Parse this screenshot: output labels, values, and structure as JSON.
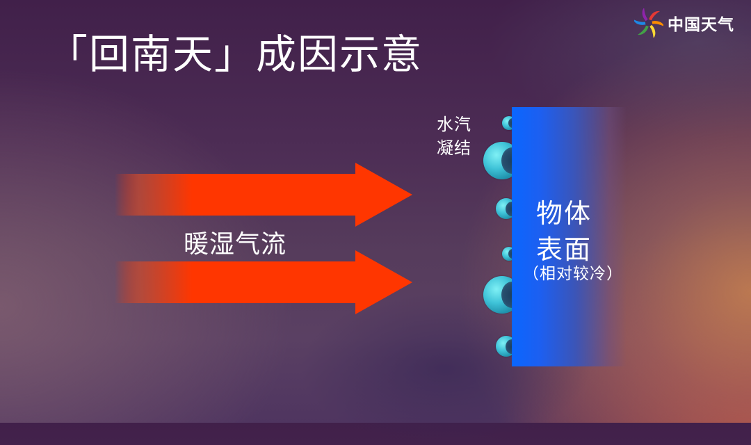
{
  "slide": {
    "title": "「回南天」成因示意",
    "background_colors": [
      "#41204a",
      "#563c5c",
      "#c8824f",
      "#be463c"
    ]
  },
  "logo": {
    "icon": "rainbow-swirl-icon",
    "text": "中国天气",
    "colors": [
      "#e53935",
      "#fb8c00",
      "#fdd835",
      "#43a047",
      "#1e88e5",
      "#8e24aa"
    ]
  },
  "diagram": {
    "airflow": {
      "label": "暖湿气流",
      "arrow_count": 2,
      "arrow_color": "#ff3600",
      "direction": "right"
    },
    "condensation": {
      "label_line1": "水汽",
      "label_line2": "凝结",
      "droplet_color": "#3fc3d8",
      "droplet_count": 6
    },
    "surface": {
      "label_line1": "物体",
      "label_line2": "表面",
      "label_line3": "（相对较冷）",
      "color": "#0a66ff"
    }
  }
}
